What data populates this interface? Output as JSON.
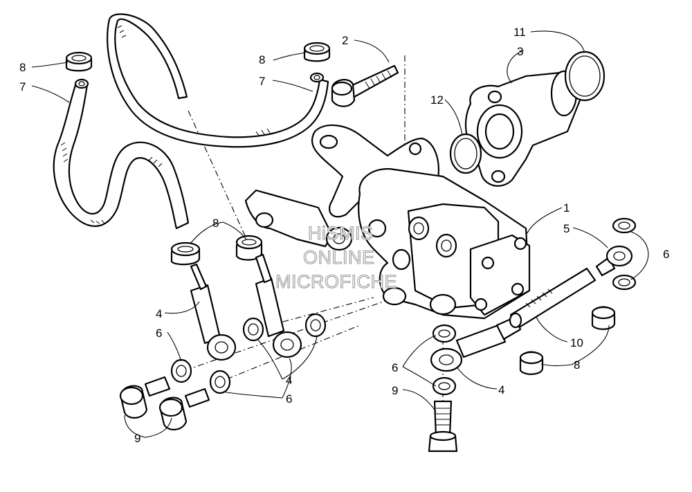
{
  "watermark": {
    "line1": "HiSMIS",
    "line2": "ONLINE",
    "line3": "MICROFICHE"
  },
  "callouts": [
    "1",
    "2",
    "3",
    "4",
    "4",
    "4",
    "5",
    "6",
    "6",
    "6",
    "6",
    "7",
    "7",
    "8",
    "8",
    "8",
    "8",
    "9",
    "9",
    "10",
    "11",
    "12"
  ]
}
